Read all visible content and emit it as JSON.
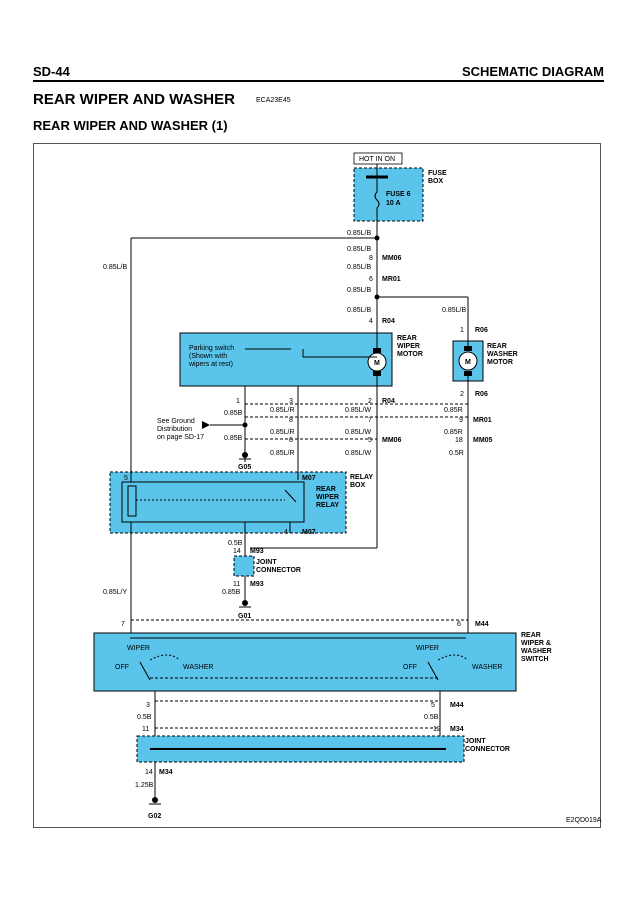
{
  "header": {
    "page_id": "SD-44",
    "section": "SCHEMATIC DIAGRAM",
    "title": "REAR WIPER AND WASHER",
    "title_code": "ECA23E45",
    "subtitle": "REAR WIPER AND WASHER (1)",
    "figure_code": "E2QD019A"
  },
  "colors": {
    "component_fill": "#5bc4ea",
    "wire": "#000000"
  },
  "fuse": {
    "hot_label": "HOT IN ON",
    "box_label": [
      "FUSE",
      "BOX"
    ],
    "name": [
      "FUSE 6",
      "10 A"
    ]
  },
  "wires": {
    "w085LB": "0.85L/B",
    "w085LR": "0.85L/R",
    "w085LW": "0.85L/W",
    "w085B": "0.85B",
    "w085R": "0.85R",
    "w05R": "0.5R",
    "w05B": "0.5B",
    "w085LY": "0.85L/Y",
    "w125B": "1.25B"
  },
  "connectors": {
    "MM06": "MM06",
    "MR01": "MR01",
    "R04": "R04",
    "R06": "R06",
    "MM05": "MM05",
    "M07": "M07",
    "M93": "M93",
    "M44": "M44",
    "M34": "M34"
  },
  "pins": {
    "p1": "1",
    "p2": "2",
    "p3": "3",
    "p4": "4",
    "p5": "5",
    "p6": "6",
    "p7": "7",
    "p8": "8",
    "p9": "9",
    "p11": "11",
    "p12": "12",
    "p14": "14",
    "p18": "18"
  },
  "rear_wiper_motor": {
    "label": [
      "REAR",
      "WIPER",
      "MOTOR"
    ],
    "note": [
      "Parking switch",
      "(Shown with",
      "wipers at rest)"
    ],
    "m": "M"
  },
  "rear_washer_motor": {
    "label": [
      "REAR",
      "WASHER",
      "MOTOR"
    ],
    "m": "M"
  },
  "ground_note": [
    "See Ground",
    "Distribution",
    "on page SD-17"
  ],
  "grounds": {
    "g05": "G05",
    "g01": "G01",
    "g02": "G02"
  },
  "relay_box": {
    "label": [
      "RELAY",
      "BOX"
    ],
    "relay": [
      "REAR",
      "WIPER",
      "RELAY"
    ]
  },
  "joint_connector": {
    "label": [
      "JOINT",
      "CONNECTOR"
    ]
  },
  "switch": {
    "label": [
      "REAR",
      "WIPER &",
      "WASHER",
      "SWITCH"
    ],
    "wiper": "WIPER",
    "off": "OFF",
    "washer": "WASHER"
  }
}
